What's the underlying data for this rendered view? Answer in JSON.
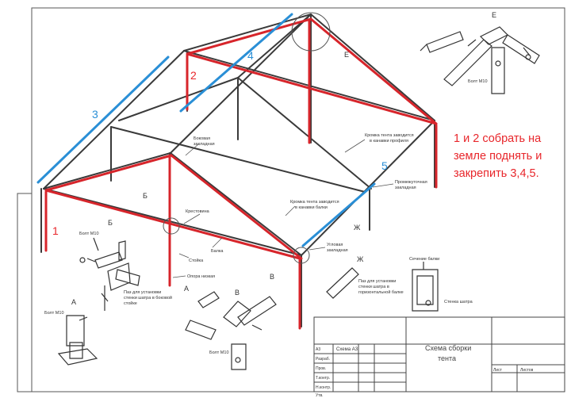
{
  "annotation": {
    "lines": [
      "1 и 2 собрать на",
      "земле поднять и",
      "закрепить 3,4,5."
    ],
    "color": "#e8262b"
  },
  "markers": [
    {
      "key": "m1",
      "text": "1",
      "color": "#e8262b"
    },
    {
      "key": "m2",
      "text": "2",
      "color": "#e8262b"
    },
    {
      "key": "m3",
      "text": "3",
      "color": "#2a8fd6"
    },
    {
      "key": "m4",
      "text": "4",
      "color": "#2a8fd6"
    },
    {
      "key": "m5",
      "text": "5",
      "color": "#2a8fd6"
    }
  ],
  "detail_letters": {
    "E": "Е",
    "B1": "Б",
    "B2": "В",
    "V": "В",
    "A": "А",
    "ZH1": "Ж",
    "ZH2": "Ж"
  },
  "callouts": {
    "bokovaya": [
      "Боковая",
      "закладная"
    ],
    "krestovina": "Крестовина",
    "stoyka": "Стойка",
    "opora": "Опора низкая",
    "balka": "Балка",
    "uglovaya": [
      "Угловая",
      "закладная"
    ],
    "promezh": [
      "Промежуточная",
      "закладная"
    ],
    "kromka1": [
      "Кромка тента заводится",
      "в канавки профиля"
    ],
    "kromka2": [
      "Кромка тента заводится",
      "в канавки балки"
    ],
    "boltM10": "Болт М10",
    "paz1": [
      "Паз для установки",
      "стенки шатра в боковой",
      "стойке"
    ],
    "paz2": [
      "Паз для установки",
      "стенки шатра в",
      "горизонтальной балке"
    ],
    "sechenie": "Сечение балки",
    "stenka": "Стенка шатра"
  },
  "title_block": {
    "title": [
      "Схема сборки",
      "тента"
    ],
    "code": "Схема А3",
    "list": "Лист",
    "listov": "Листов",
    "rows": [
      "А3",
      "Разраб.",
      "Пров.",
      "Т.контр.",
      "Н.контр.",
      "Утв."
    ]
  },
  "colors": {
    "red": "#d7252b",
    "blue": "#2a8fd6",
    "line": "#3a3a3a"
  }
}
